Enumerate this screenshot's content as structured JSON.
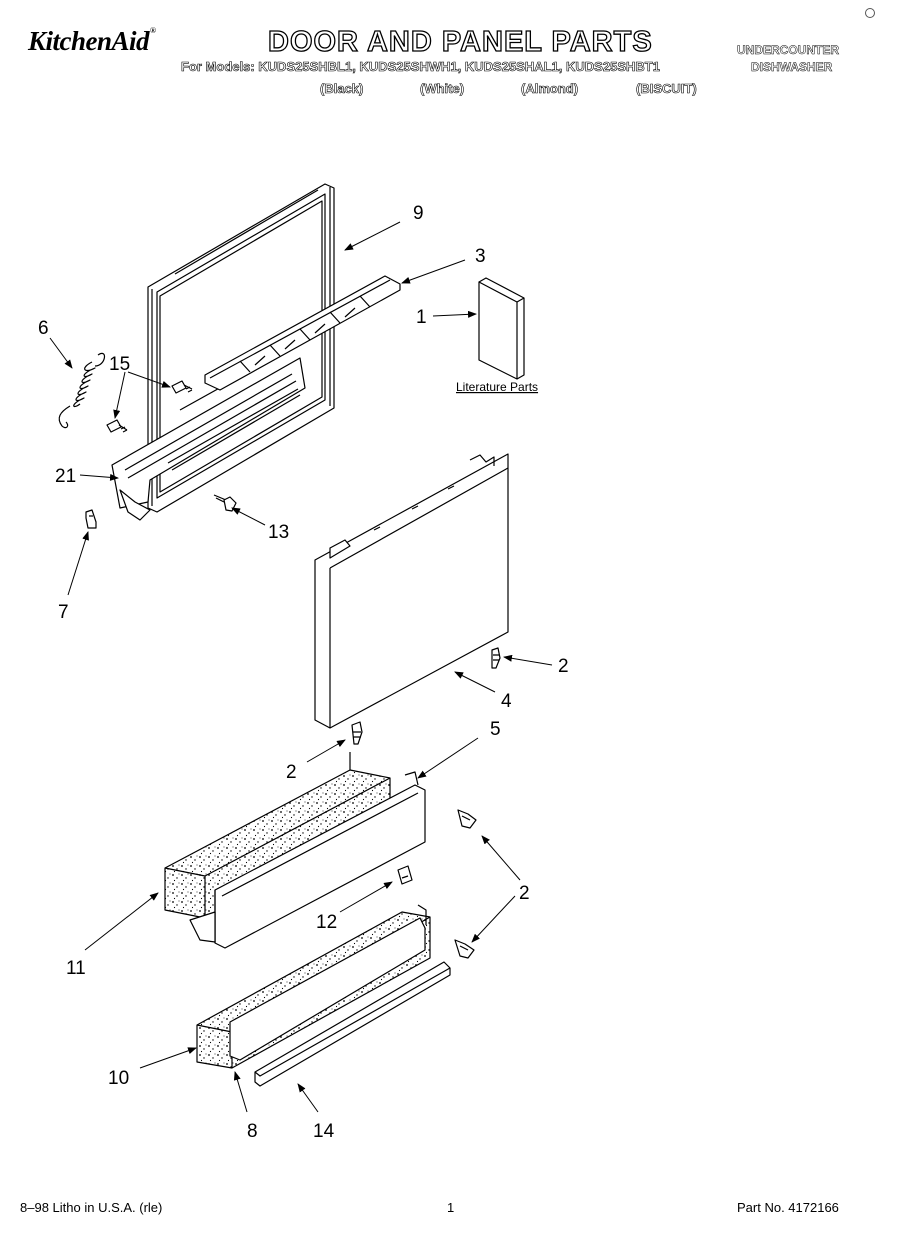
{
  "header": {
    "brand": "KitchenAid",
    "brand_mark": "®",
    "title": "DOOR AND PANEL PARTS",
    "models_line": "For Models: KUDS25SHBL1, KUDS25SHWH1, KUDS25SHAL1, KUDS25SHBT1",
    "colors": [
      "(Black)",
      "(White)",
      "(Almond)",
      "(BISCUIT)"
    ],
    "product_type_line1": "UNDERCOUNTER",
    "product_type_line2": "DISHWASHER"
  },
  "diagram": {
    "callouts": {
      "c9": "9",
      "c3": "3",
      "c1": "1",
      "c6": "6",
      "c15": "15",
      "c21": "21",
      "c13": "13",
      "c7": "7",
      "c2a": "2",
      "c4": "4",
      "c2b": "2",
      "c5": "5",
      "c2c": "2",
      "c12": "12",
      "c11": "11",
      "c2d": "2",
      "c10": "10",
      "c8": "8",
      "c14": "14"
    },
    "literature_label": "Literature Parts"
  },
  "footer": {
    "litho": "8–98 Litho in U.S.A. (rle)",
    "page": "1",
    "part_no": "Part No. 4172166"
  }
}
